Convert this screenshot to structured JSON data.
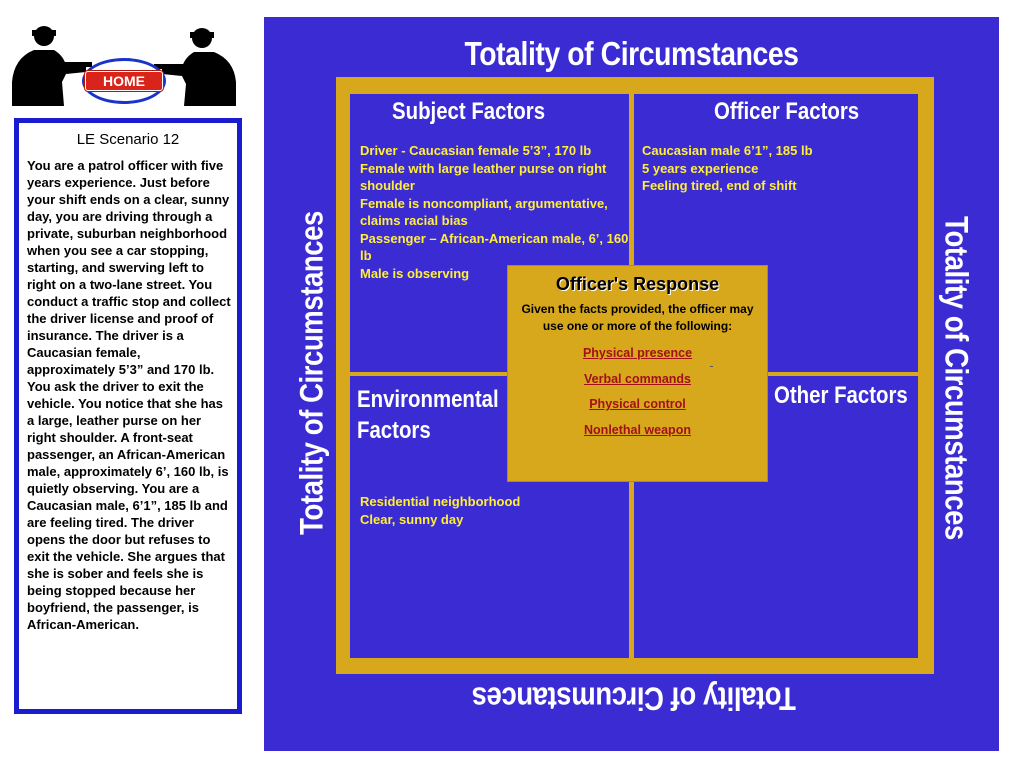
{
  "header": {
    "home_label": "HOME"
  },
  "scenario": {
    "title": "LE Scenario 12",
    "text": "You are a patrol officer with five years experience. Just before your shift ends on a clear, sunny day, you are driving through a private, suburban neighborhood when you see a car stopping, starting, and swerving left to right on a two-lane street. You conduct a traffic stop and collect the driver license and proof of insurance. The driver is a Caucasian female, approximately 5’3” and 170 lb. You ask the driver to exit the vehicle. You notice that she has a large, leather purse on her right shoulder. A front-seat passenger, an African-American male, approximately 6’, 160 lb, is quietly observing. You are a Caucasian male, 6’1”, 185 lb and are feeling tired. The driver opens the door but refuses to exit the vehicle. She argues that she is sober and feels she is being stopped because her boyfriend, the passenger, is African-American."
  },
  "board": {
    "title": "Totality of Circumstances",
    "side_left": "Totality of Circumstances",
    "side_right": "Totality of Circumstances",
    "bottom": "Totality of Circumstances",
    "quadrants": {
      "subject": {
        "title": "Subject Factors",
        "items": [
          "Driver - Caucasian female 5’3”, 170 lb",
          "Female with large leather purse on right shoulder",
          "Female is noncompliant, argumentative, claims racial bias",
          "Passenger – African-American male, 6’, 160 lb",
          "Male is observing"
        ]
      },
      "officer": {
        "title": "Officer Factors",
        "items": [
          "Caucasian male 6’1”, 185 lb",
          "5 years experience",
          "Feeling tired, end of shift"
        ]
      },
      "environmental": {
        "title": "Environmental Factors",
        "items": [
          "Residential neighborhood",
          "Clear, sunny day"
        ]
      },
      "other": {
        "title": "Other Factors",
        "items": []
      }
    },
    "response": {
      "title": "Officer's Response",
      "description": "Given the facts provided, the officer may use one or more of the following:",
      "options": [
        "Physical presence",
        "Verbal commands",
        "Physical control",
        "Nonlethal weapon"
      ]
    },
    "colors": {
      "background": "#3b2bd3",
      "frame": "#d8a81c",
      "factor_text": "#ffef3a",
      "link": "#a3101a"
    }
  }
}
